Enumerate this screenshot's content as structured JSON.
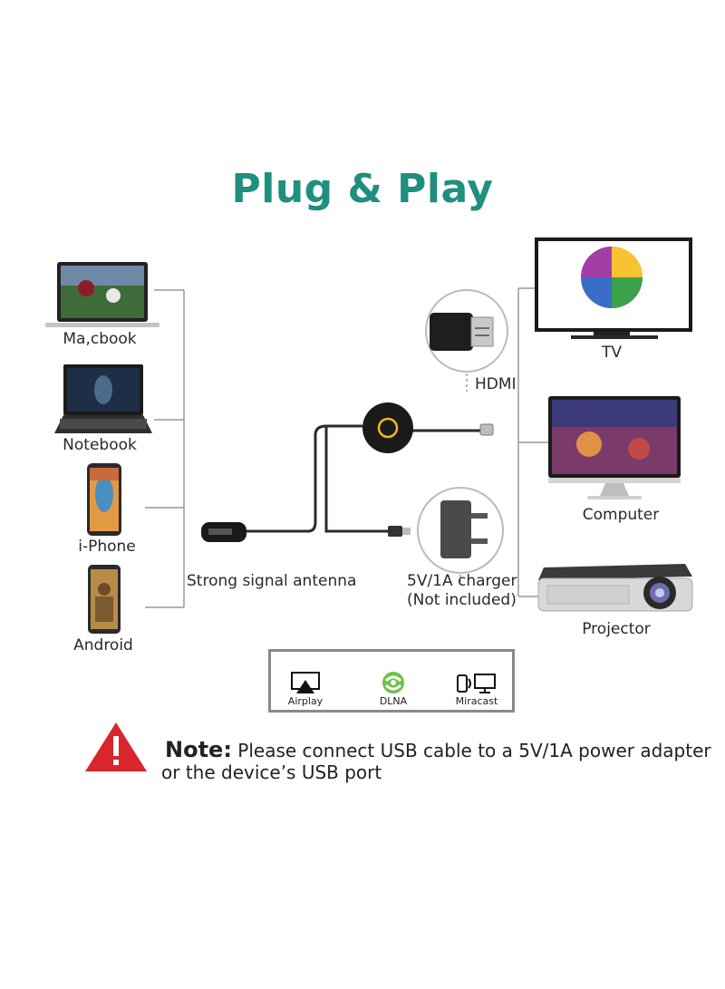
{
  "title": "Plug & Play",
  "sources": [
    {
      "label": "Ma,cbook",
      "icon": "laptop-icon"
    },
    {
      "label": "Notebook",
      "icon": "notebook-icon"
    },
    {
      "label": "i-Phone",
      "icon": "iphone-icon"
    },
    {
      "label": "Android",
      "icon": "android-phone-icon"
    }
  ],
  "center": {
    "antenna_label": "Strong signal antenna",
    "hdmi_label": "HDMI",
    "charger_label_line1": "5V/1A  charger",
    "charger_label_line2": "(Not  included)"
  },
  "outputs": [
    {
      "label": "TV",
      "icon": "tv-icon"
    },
    {
      "label": "Computer",
      "icon": "monitor-icon"
    },
    {
      "label": "Projector",
      "icon": "projector-icon"
    }
  ],
  "protocols": [
    {
      "label": "Airplay",
      "icon": "airplay-icon"
    },
    {
      "label": "DLNA",
      "icon": "dlna-icon"
    },
    {
      "label": "Miracast",
      "icon": "miracast-icon"
    }
  ],
  "note": {
    "prefix": "Note:",
    "line1": "Please connect USB cable to a 5V/1A power adapter",
    "line2": "or the device’s USB port"
  },
  "colors": {
    "title": "#1f8f80",
    "warning": "#d9262c",
    "lines": "#9a9a9a"
  }
}
